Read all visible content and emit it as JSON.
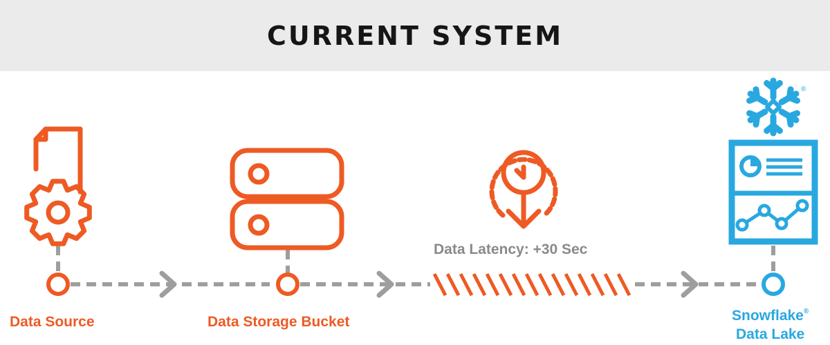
{
  "header": {
    "title": "CURRENT SYSTEM"
  },
  "nodes": {
    "source": {
      "label": "Data Source",
      "icon": "document-gear-icon"
    },
    "bucket": {
      "label": "Data Storage Bucket",
      "icon": "server-storage-icon"
    },
    "latency": {
      "label": "Data Latency: +30 Sec",
      "icon": "clock-download-icon"
    },
    "lake": {
      "label_line1": "Snowflake",
      "registered": "®",
      "label_line2": "Data Lake",
      "icon": "dashboard-icon",
      "logo": "snowflake-logo-icon"
    }
  },
  "colors": {
    "orange": "#ee5a24",
    "blue": "#29a8e0",
    "gray": "#9e9e9e",
    "header_bg": "#ebebeb"
  }
}
